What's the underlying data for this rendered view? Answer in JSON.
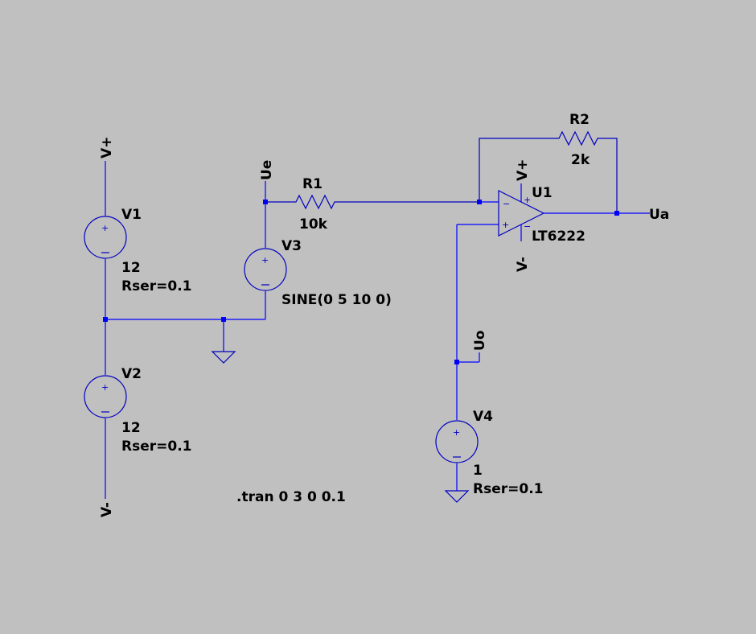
{
  "schematic": {
    "net_labels": {
      "vplus_left": "V+",
      "vminus_left": "V-",
      "ue": "Ue",
      "vplus_opamp": "V+",
      "vminus_opamp": "V-",
      "uo": "Uo",
      "ua": "Ua"
    },
    "components": {
      "v1": {
        "name": "V1",
        "value": "12",
        "param": "Rser=0.1"
      },
      "v2": {
        "name": "V2",
        "value": "12",
        "param": "Rser=0.1"
      },
      "v3": {
        "name": "V3",
        "value": "SINE(0 5 10 0)"
      },
      "v4": {
        "name": "V4",
        "value": "1",
        "param": "Rser=0.1"
      },
      "r1": {
        "name": "R1",
        "value": "10k"
      },
      "r2": {
        "name": "R2",
        "value": "2k"
      },
      "u1": {
        "name": "U1",
        "value": "LT6222"
      }
    },
    "directive": ".tran 0 3 0 0.1",
    "colors": {
      "background": "#c0c0c0",
      "wire": "#0000ff",
      "text": "#000000"
    }
  }
}
